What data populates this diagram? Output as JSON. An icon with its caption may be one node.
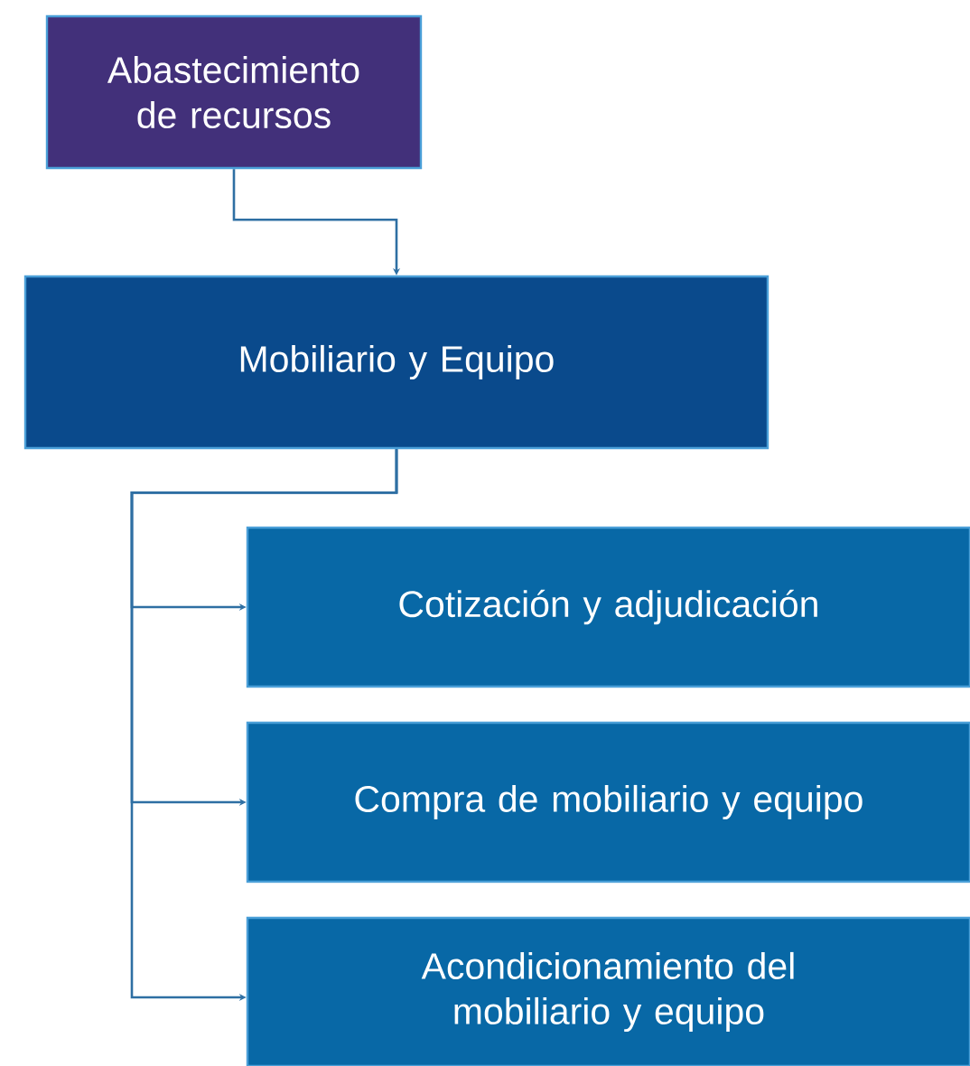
{
  "diagram": {
    "nodes": [
      {
        "text": [
          "Abastecimiento de recursos"
        ]
      },
      {
        "text": [
          "Mobiliario y Equipo"
        ]
      },
      {
        "text": [
          "Cotización y adjudicación"
        ]
      },
      {
        "text": [
          "Compra de mobiliario y equipo"
        ]
      },
      {
        "text": [
          "Acondicionamiento del mobiliario y equipo"
        ]
      }
    ],
    "edges": [
      {
        "from": 0,
        "to": 1,
        "arrow": "to"
      },
      {
        "from": 1,
        "to": 2,
        "arrow": "to"
      },
      {
        "from": 1,
        "to": 3,
        "arrow": "to"
      },
      {
        "from": 1,
        "to": 4,
        "arrow": "to"
      }
    ]
  }
}
